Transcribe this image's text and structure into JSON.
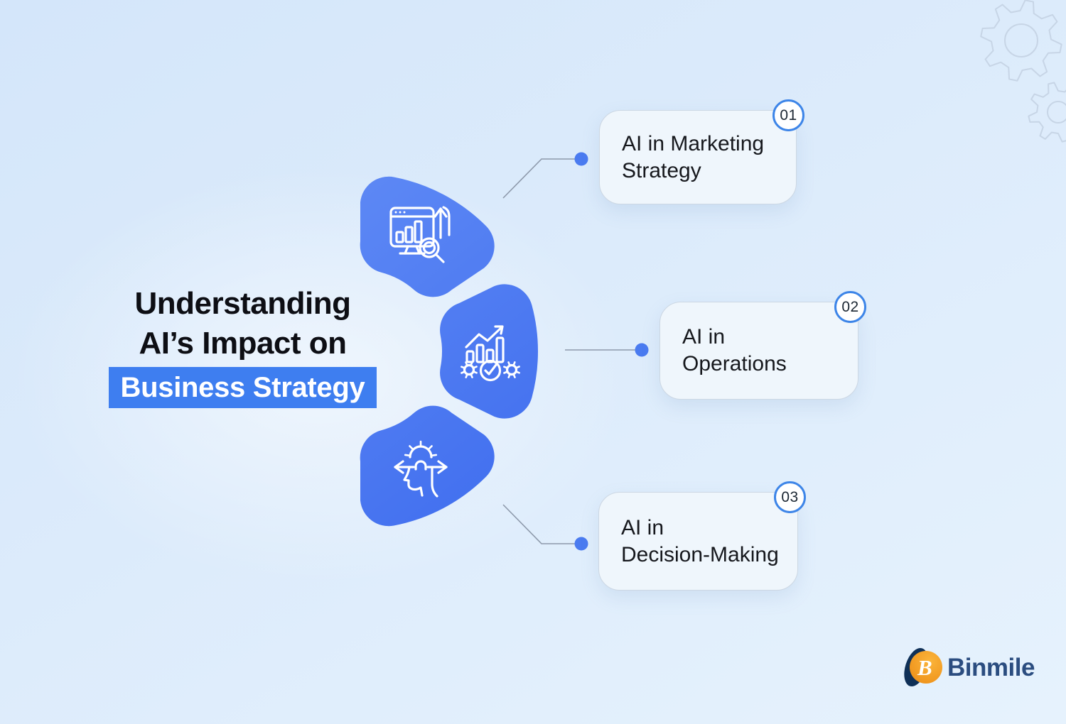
{
  "title": {
    "line1": "Understanding",
    "line2": "AI’s Impact on",
    "line3_highlighted": "Business Strategy"
  },
  "items": [
    {
      "number": "01",
      "lines": [
        "AI in Marketing",
        "Strategy"
      ],
      "icon": "marketing-analytics-monitor-icon"
    },
    {
      "number": "02",
      "lines": [
        "AI in",
        "Operations"
      ],
      "icon": "operations-growth-gears-icon"
    },
    {
      "number": "03",
      "lines": [
        "AI in",
        "Decision-Making"
      ],
      "icon": "decision-making-head-gear-icon"
    }
  ],
  "brand": {
    "name": "Binmile",
    "logo_letter": "B"
  },
  "decorations": {
    "top_right": "gear-outlines"
  },
  "colors": {
    "background_top": "#d4e6fa",
    "background_bottom": "#e6f2fd",
    "ring_gradient_start": "#5f8af5",
    "ring_gradient_end": "#3e6cee",
    "highlight": "#3e7ef0",
    "card_fill": "#eff6fc",
    "card_border": "#ccd7e3",
    "badge_border": "#3d85e8",
    "connector_line": "#8d99ab",
    "connector_dot": "#4a7bf0",
    "gear_outline": "#c7d5e6",
    "title_text": "#0d0e14",
    "card_text": "#16181d",
    "brand_text": "#2b4d80",
    "logo_orange": "#f2960f",
    "logo_orange_light": "#fbb43a",
    "logo_navy": "#0f3057"
  }
}
